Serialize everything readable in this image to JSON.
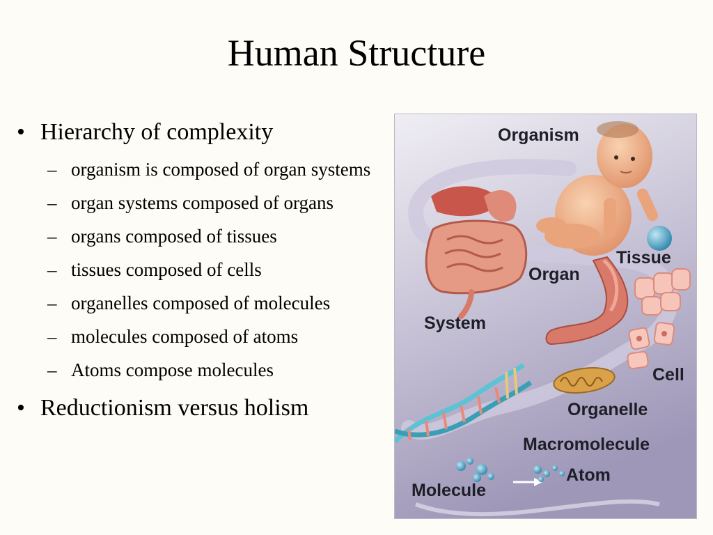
{
  "slide": {
    "title": "Human Structure",
    "bullets": [
      {
        "text": "Hierarchy of complexity",
        "subitems": [
          "organism is composed of organ systems",
          "organ systems composed of organs",
          "organs composed of tissues",
          "tissues composed of cells",
          "organelles composed of molecules",
          "molecules composed of atoms",
          "Atoms compose molecules"
        ]
      },
      {
        "text": "Reductionism versus holism"
      }
    ],
    "bullet_glyph": "•",
    "sub_glyph": "–"
  },
  "figure": {
    "labels": {
      "organism": "Organism",
      "tissue": "Tissue",
      "organ": "Organ",
      "system": "System",
      "cell": "Cell",
      "organelle": "Organelle",
      "macromolecule": "Macromolecule",
      "atom": "Atom",
      "molecule": "Molecule"
    },
    "colors": {
      "background": "#fdfcf6",
      "panel_top": "#f0eef4",
      "panel_bottom": "#9e97b8",
      "path": "#cfc9de",
      "skin": "#f2b98e",
      "organ": "#cf6a55",
      "dna": "#5cc3d4",
      "atom": "#4fa8cc"
    }
  }
}
